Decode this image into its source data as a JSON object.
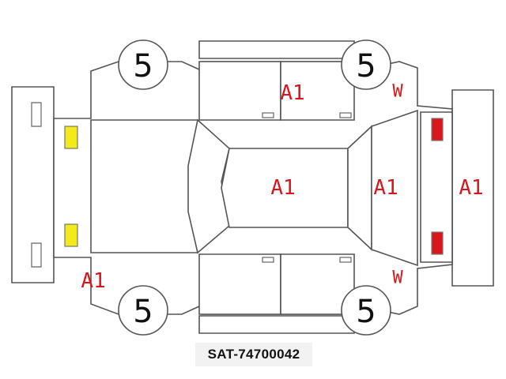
{
  "inspection": {
    "code": "SAT-74700042"
  },
  "wheels": {
    "front_left": "5",
    "front_right": "5",
    "rear_left": "5",
    "rear_right": "5"
  },
  "marks": {
    "upper_doors": "A1",
    "upper_fender": "W",
    "roof": "A1",
    "front_glass_area": "A1",
    "front_bumper": "A1",
    "rear_bumper_area": "A1",
    "lower_fender": "W"
  },
  "colors": {
    "mark_red": "#d8161b",
    "lamp_yellow": "#f2ea1a",
    "lamp_red": "#d8161b",
    "outline": "#555555"
  }
}
